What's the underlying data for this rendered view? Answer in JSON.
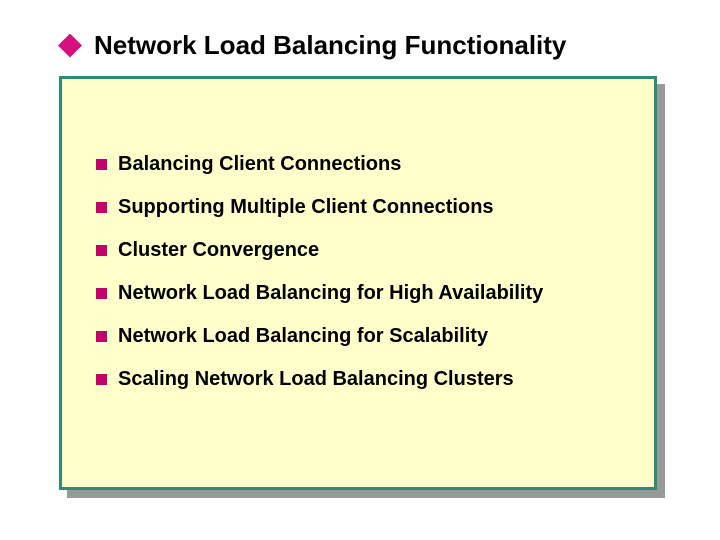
{
  "slide": {
    "title": "Network Load Balancing Functionality",
    "bullets": [
      "Balancing Client Connections",
      "Supporting Multiple Client Connections",
      "Cluster Convergence",
      "Network Load Balancing for High Availability",
      "Network Load Balancing for Scalability",
      "Scaling Network Load Balancing Clusters"
    ]
  },
  "icons": {
    "title_bullet": "diamond-icon",
    "list_bullet": "square-bullet-icon"
  },
  "colors": {
    "title_diamond": "#d6107e",
    "list_square": "#c4006a",
    "box_fill": "#ffffcc",
    "box_border": "#2e8b7a",
    "box_shadow": "#999999",
    "text": "#000000",
    "page_background": "#ffffff"
  }
}
